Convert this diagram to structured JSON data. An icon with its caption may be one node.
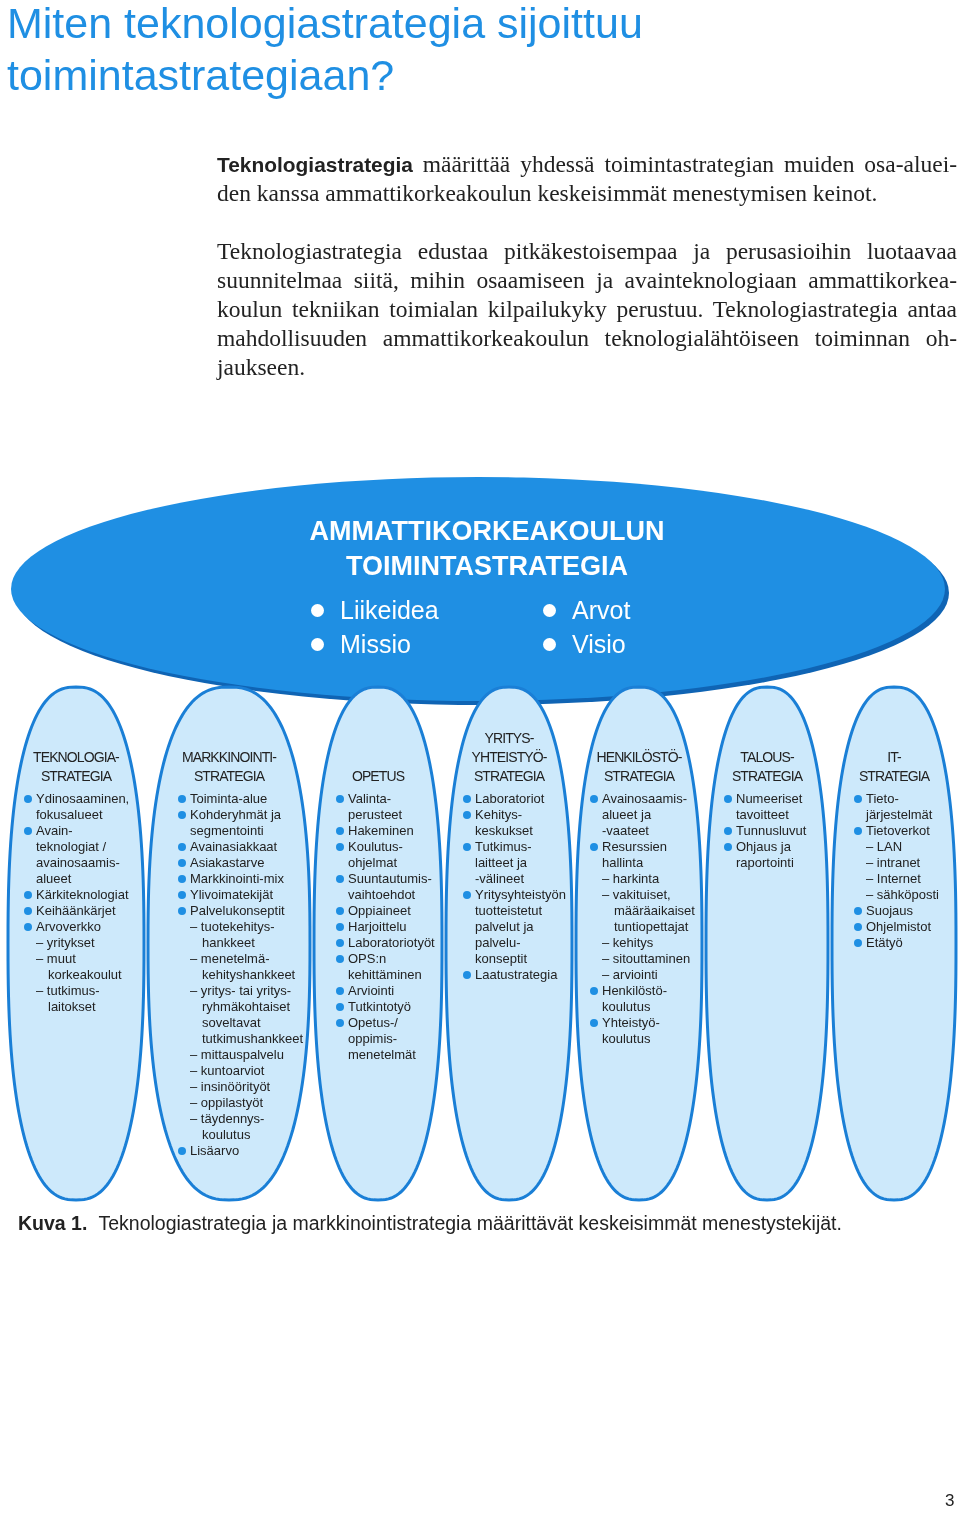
{
  "diagram": {
    "title": "Miten teknologiastrategia sijoittuu toimintastrategiaan?",
    "caption": "**Kuva 1.** Teknologiastrategia ja markkinointistrategia määrittävät keskeisimmät menestystekijät.",
    "nodes": [
      {
        "text": [
          "AMMATTIKORKEAKOULUN TOIMINTASTRATEGIA",
          "Liikeidea",
          "Arvot",
          "Missio",
          "Visio"
        ]
      },
      {
        "text": [
          "TEKNOLOGIA- STRATEGIA",
          "Ydinosaaminen, fokusalueet",
          "Avain- teknologiat / avainosaamis- alueet",
          "Kärkiteknologiat",
          "Keihäänkärjet",
          "Arvoverkko",
          "– yritykset",
          "– muut korkeakoulut",
          "– tutkimus- laitokset"
        ]
      },
      {
        "text": [
          "MARKKINOINTI- STRATEGIA",
          "Toiminta-alue",
          "Kohderyhmät ja segmentointi",
          "Avainasiakkaat",
          "Asiakastarve",
          "Markkinointi-mix",
          "Ylivoimatekijät",
          "Palvelukonseptit",
          "– tuotekehitys- hankkeet",
          "– menetelmä- kehityshankkeet",
          "– yritys- tai yritys- ryhmäkohtaiset soveltavat tutkimushankkeet",
          "– mittauspalvelu",
          "– kuntoarviot",
          "– insinöörityöt",
          "– oppilastyöt",
          "– täydennys- koulutus",
          "Lisäarvo"
        ]
      },
      {
        "text": [
          "OPETUS",
          "Valinta- perusteet",
          "Hakeminen",
          "Koulutus- ohjelmat",
          "Suuntautumis- vaihtoehdot",
          "Oppiaineet",
          "Harjoittelu",
          "Laboratoriotyöt",
          "OPS:n kehittäminen",
          "Arviointi",
          "Tutkintotyö",
          "Opetus-/ oppimis- menetelmät"
        ]
      },
      {
        "text": [
          "YRITYS- YHTEISTYÖ- STRATEGIA",
          "Laboratoriot",
          "Kehitys- keskukset",
          "Tutkimus- laitteet ja -välineet",
          "Yritysyhteistyön tuotteistetut palvelut ja palvelu- konseptit",
          "Laatustrategia"
        ]
      },
      {
        "text": [
          "HENKILÖSTÖ- STRATEGIA",
          "Avainosaamis- alueet ja -vaateet",
          "Resurssien hallinta",
          "– harkinta",
          "– vakituiset, määräaikaiset tuntiopettajat",
          "– kehitys",
          "– sitouttaminen",
          "– arviointi",
          "Henkilöstö- koulutus",
          "Yhteistyö- koulutus"
        ]
      },
      {
        "text": [
          "TALOUS- STRATEGIA",
          "Numeeriset tavoitteet",
          "Tunnusluvut",
          "Ohjaus ja raportointi"
        ]
      },
      {
        "text": [
          "IT- STRATEGIA",
          "Tieto- järjestelmät",
          "Tietoverkot",
          "– LAN",
          "– intranet",
          "– Internet",
          "– sähköposti",
          "Suojaus",
          "Ohjelmistot",
          "Etätyö"
        ]
      }
    ],
    "labels": [
      "**Teknologiastrategia** määrittää yhdessä toimintastrategian muiden osa-aluei- den kanssa ammattikorkeakoulun keskeisimmät menestymisen keinot.",
      "Teknologiastrategia edustaa pitkäkestoisempaa ja perusasioihin luotaavaa suunnitelmaa siitä, mihin osaamiseen ja avainteknologiaan ammattikorkea- koulun tekniikan toimialan kilpailukyky perustuu. Teknologiastrategia antaa mahdollisuuden ammattikorkeakoulun teknologialähtöiseen toiminnan oh- jaukseen.",
      "3"
    ]
  }
}
